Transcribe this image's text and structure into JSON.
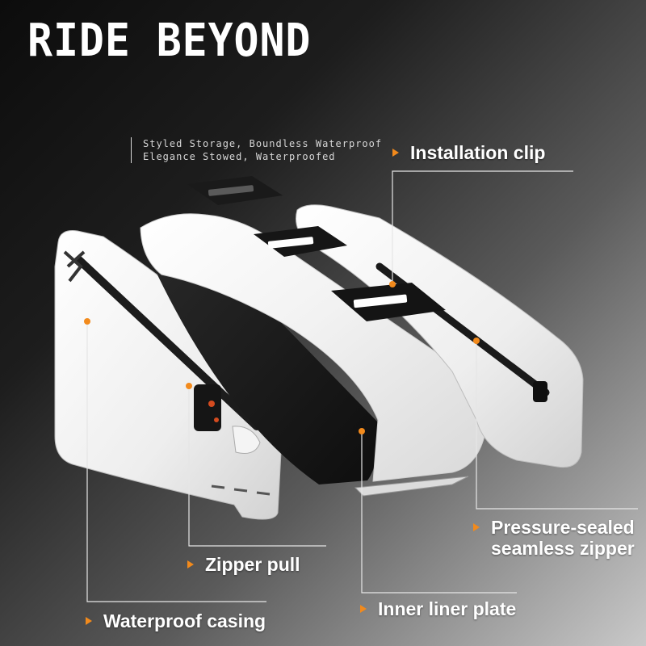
{
  "headline": "RIDE BEYOND",
  "tagline": {
    "line1": "Styled Storage, Boundless Waterproof",
    "line2": "Elegance Stowed, Waterproofed"
  },
  "callouts": {
    "installation_clip": "Installation clip",
    "pressure_zipper_line1": "Pressure-sealed",
    "pressure_zipper_line2": "seamless zipper",
    "zipper_pull": "Zipper pull",
    "inner_liner_plate": "Inner liner plate",
    "waterproof_casing": "Waterproof casing"
  },
  "colors": {
    "accent": "#f28a1c",
    "text": "#ffffff",
    "leader_line": "#e6e6e6"
  }
}
